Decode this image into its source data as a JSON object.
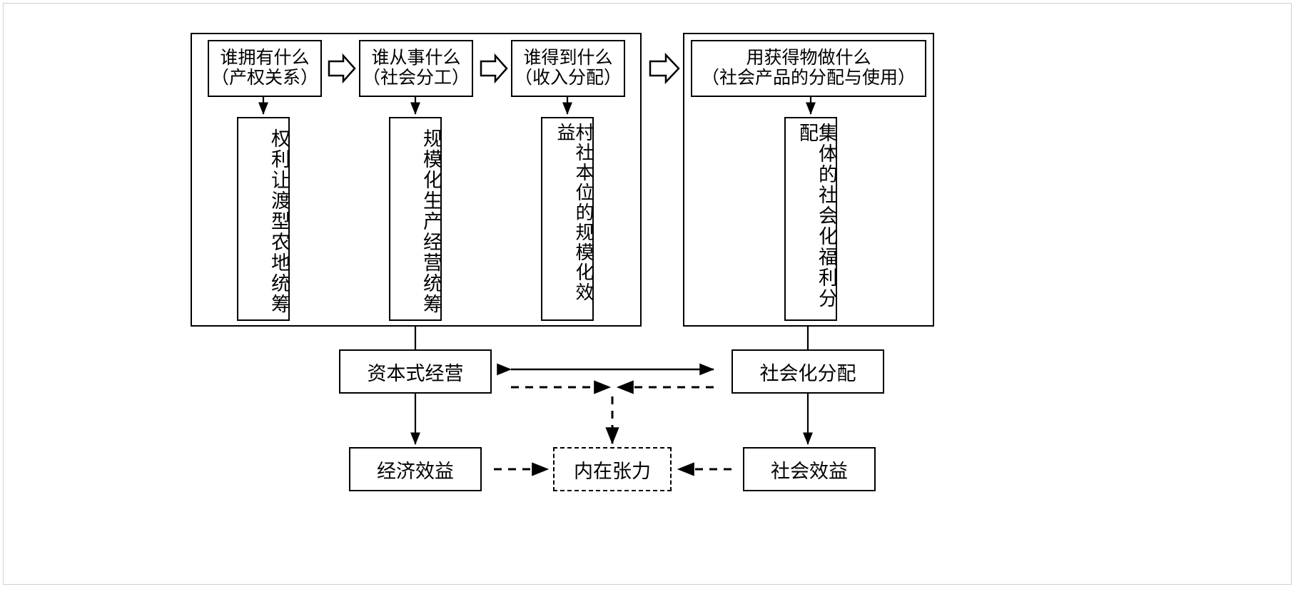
{
  "diagram": {
    "title_present": false,
    "panels": {
      "left": {
        "name": "production-relations-panel",
        "stages": [
          {
            "line1": "谁拥有什么",
            "line2": "（产权关系）",
            "detail": "权利让渡型农地统筹"
          },
          {
            "line1": "谁从事什么",
            "line2": "（社会分工）",
            "detail": "规模化生产经营统筹"
          },
          {
            "line1": "谁得到什么",
            "line2": "（收入分配）",
            "detail": "村社本位的规模化效益"
          }
        ]
      },
      "right": {
        "name": "distribution-use-panel",
        "stage": {
          "line1": "用获得物做什么",
          "line2": "（社会产品的分配与使用）",
          "detail": "集体的社会化福利分配"
        }
      }
    },
    "bottom": {
      "left_mode": "资本式经营",
      "right_mode": "社会化分配",
      "left_outcome": "经济效益",
      "right_outcome": "社会效益",
      "tension": "内在张力"
    },
    "arrows": {
      "stage_connector": "⇨",
      "solid_bidirectional": "↔",
      "dashed_converging": "--▶  ◀--",
      "dashed_down": "⇣"
    },
    "colors": {
      "stroke": "#000000",
      "background": "#ffffff",
      "frame": "#cfcfcf"
    }
  }
}
